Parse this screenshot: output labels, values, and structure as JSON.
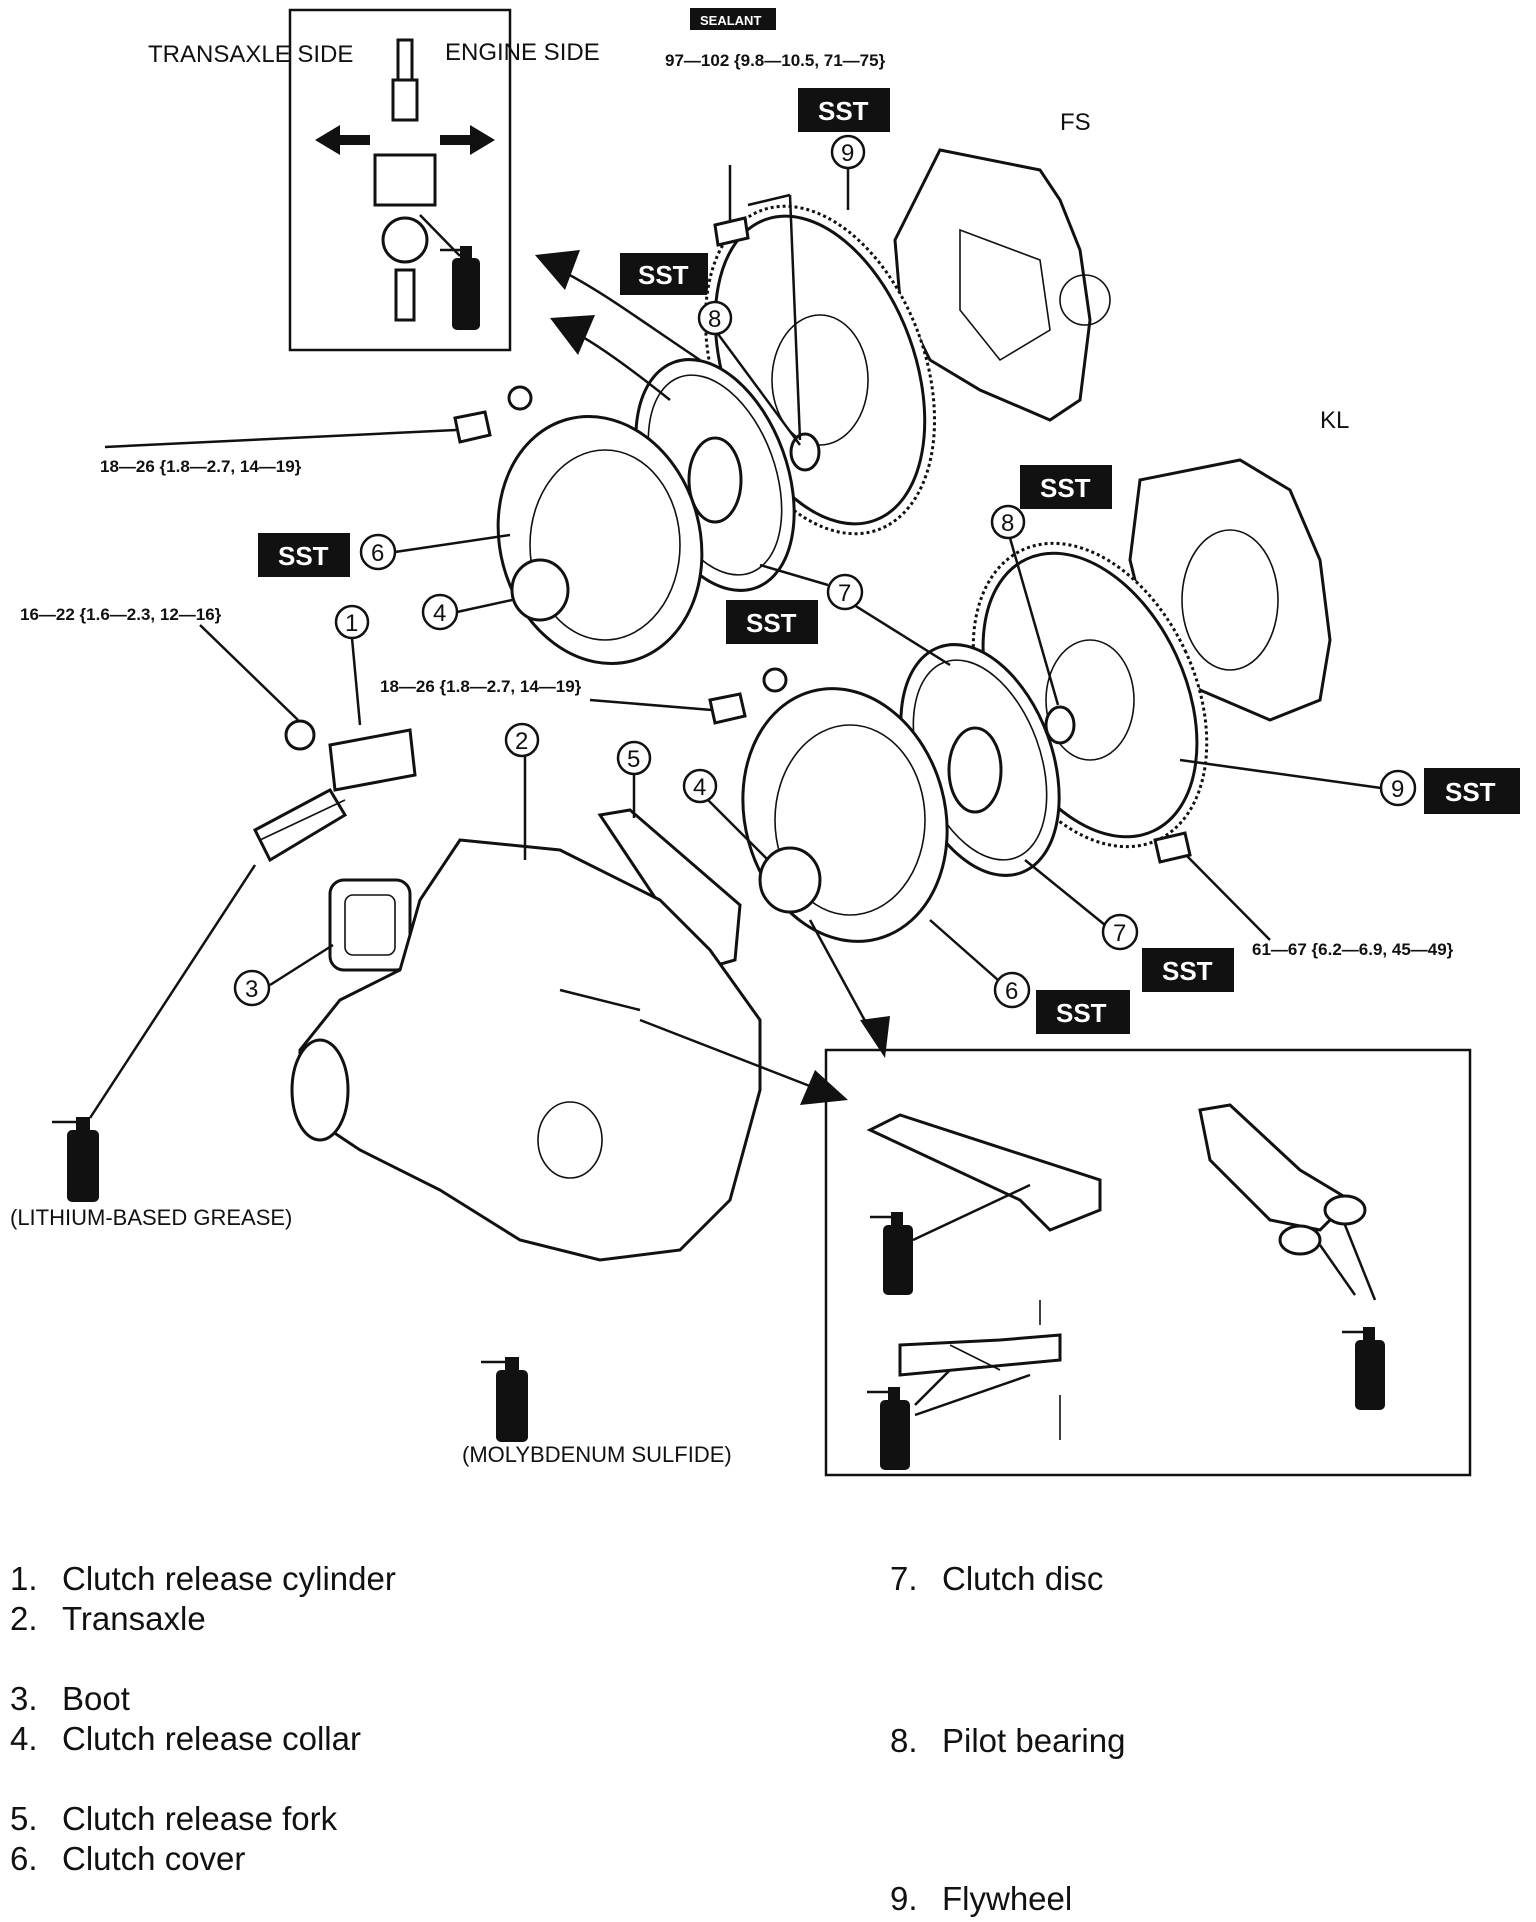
{
  "diagram": {
    "inset_top": {
      "left_label": "TRANSAXLE SIDE",
      "right_label": "ENGINE SIDE"
    },
    "sealant_tag": "SEALANT",
    "variants": {
      "fs": "FS",
      "kl": "KL"
    },
    "sst_label": "SST",
    "specs": {
      "flywheel_bolt_fs": "97—102 {9.8—10.5, 71—75}",
      "cover_bolt_upper": "18—26 {1.8—2.7, 14—19}",
      "cover_bolt_lower": "18—26 {1.8—2.7, 14—19}",
      "cylinder_bolt": "16—22 {1.6—2.3, 12—16}",
      "flywheel_bolt_kl": "61—67 {6.2—6.9, 45—49}"
    },
    "notes": {
      "lithium": "(LITHIUM-BASED GREASE)",
      "molybdenum": "(MOLYBDENUM SULFIDE)"
    },
    "callouts": [
      "1",
      "2",
      "3",
      "4",
      "5",
      "6",
      "7",
      "8",
      "9"
    ]
  },
  "legend": {
    "items": [
      {
        "num": "1.",
        "text": "Clutch release cylinder"
      },
      {
        "num": "2.",
        "text": "Transaxle"
      },
      {
        "num": "3.",
        "text": "Boot"
      },
      {
        "num": "4.",
        "text": "Clutch release collar"
      },
      {
        "num": "5.",
        "text": "Clutch release fork"
      },
      {
        "num": "6.",
        "text": "Clutch cover"
      },
      {
        "num": "7.",
        "text": "Clutch disc"
      },
      {
        "num": "8.",
        "text": "Pilot bearing"
      },
      {
        "num": "9.",
        "text": "Flywheel"
      }
    ]
  }
}
